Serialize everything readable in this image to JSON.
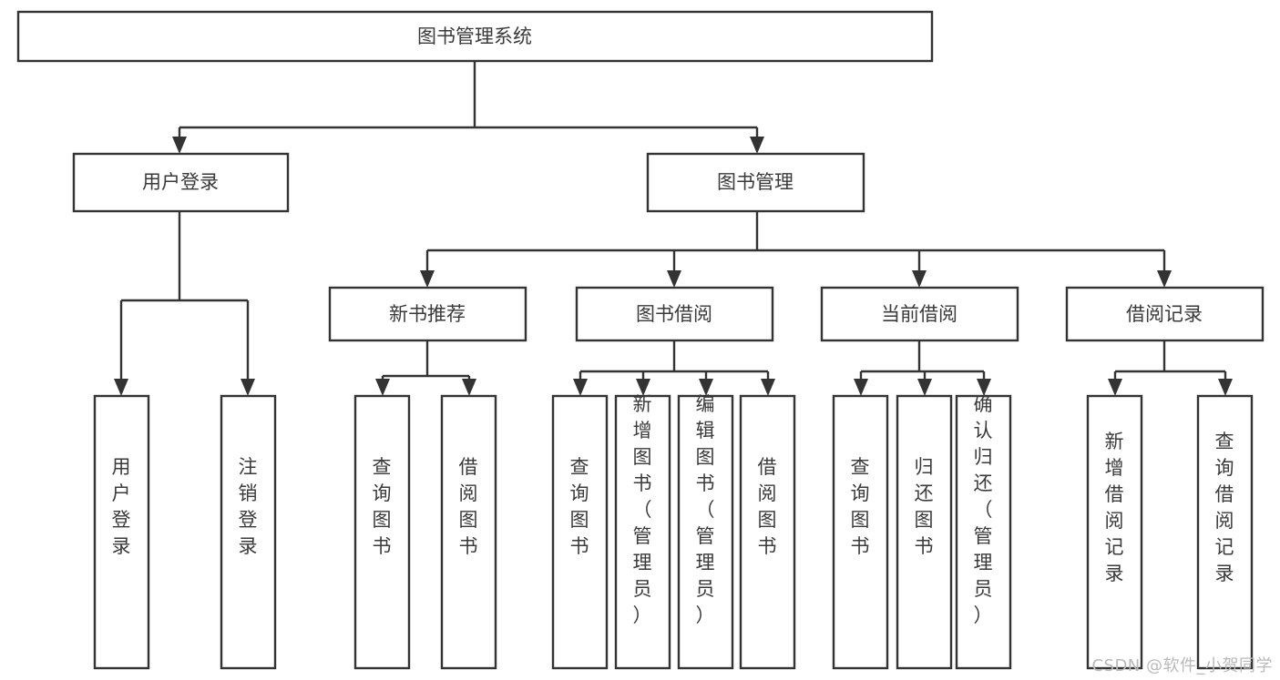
{
  "diagram": {
    "type": "tree",
    "title": "图书管理系统",
    "orientation": "top-down",
    "watermark": "CSDN @软件_小贺同学",
    "colors": {
      "box_fill": "#ffffff",
      "box_stroke": "#333333",
      "text": "#3a3a3a",
      "background": "#ffffff",
      "watermark": "#b9b9b9"
    },
    "root": {
      "label": "图书管理系统"
    },
    "level2": [
      {
        "label": "用户登录"
      },
      {
        "label": "图书管理"
      }
    ],
    "level3": [
      {
        "label": "新书推荐"
      },
      {
        "label": "图书借阅"
      },
      {
        "label": "当前借阅"
      },
      {
        "label": "借阅记录"
      }
    ],
    "leaves": {
      "user_login": [
        {
          "label": "用户登录"
        },
        {
          "label": "注销登录"
        }
      ],
      "new_book": [
        {
          "label": "查询图书"
        },
        {
          "label": "借阅图书"
        }
      ],
      "book_borrow": [
        {
          "label": "查询图书"
        },
        {
          "label": "新增图书（管理员）"
        },
        {
          "label": "编辑图书（管理员）"
        },
        {
          "label": "借阅图书"
        }
      ],
      "current_borrow": [
        {
          "label": "查询图书"
        },
        {
          "label": "归还图书"
        },
        {
          "label": "确认归还（管理员）"
        }
      ],
      "borrow_record": [
        {
          "label": "新增借阅记录"
        },
        {
          "label": "查询借阅记录"
        }
      ]
    }
  }
}
